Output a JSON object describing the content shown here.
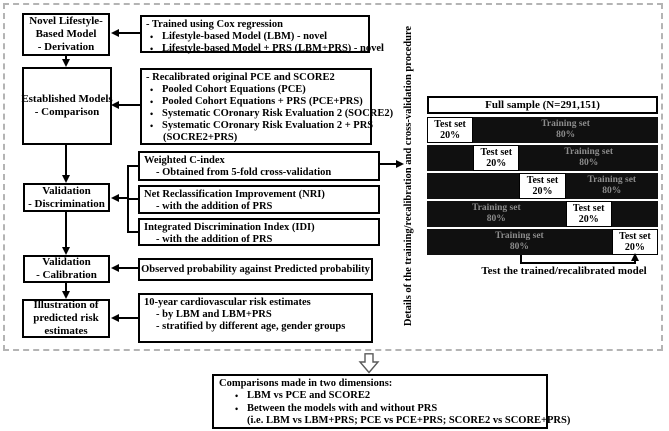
{
  "colors": {
    "ink": "#000000",
    "cell_black": "#101010",
    "train_text_gray": "#8c8c8c",
    "frame_dash_gray": "#b4b4b4"
  },
  "glyphs": {
    "bullet": "•"
  },
  "left_column": {
    "boxes": [
      {
        "lines": [
          "Novel Lifestyle-",
          "Based Model",
          "- Derivation"
        ]
      },
      {
        "lines": [
          "Established Models",
          "- Comparison"
        ]
      },
      {
        "lines": [
          "Validation",
          "- Discrimination"
        ]
      },
      {
        "lines": [
          "Validation",
          "- Calibration"
        ]
      },
      {
        "lines": [
          "Illustration of",
          "predicted risk",
          "estimates"
        ]
      }
    ]
  },
  "detail_column": {
    "derivation": {
      "l1": "- Trained using Cox regression",
      "b1": "Lifestyle-based Model (LBM) - novel",
      "b2": "Lifestyle-based Model + PRS (LBM+PRS) - novel"
    },
    "comparison": {
      "l1": "- Recalibrated original PCE and SCORE2",
      "b1": "Pooled Cohort Equations (PCE)",
      "b2": "Pooled Cohort Equations + PRS (PCE+PRS)",
      "b3": "Systematic COronary Risk Evaluation 2 (SOCRE2)",
      "b4": "Systematic COronary Risk Evaluation 2 + PRS",
      "b4_cont": "(SOCRE2+PRS)"
    },
    "c_index": {
      "l1": "Weighted C-index",
      "l2": "- Obtained from 5-fold cross-validation"
    },
    "nri": {
      "l1": "Net Reclassification Improvement (NRI)",
      "l2": "- with the addition of PRS"
    },
    "idi": {
      "l1": "Integrated Discrimination Index (IDI)",
      "l2": "- with the addition of PRS"
    },
    "calibration": {
      "l1": "Observed probability against Predicted probability"
    },
    "illustration": {
      "l1": "10-year cardiovascular risk estimates",
      "l2": "- by LBM and LBM+PRS",
      "l3": "- stratified by different age, gender groups"
    }
  },
  "right_panel": {
    "rotated_label": "Details of the training/recalibration and cross-validation procedure",
    "full_sample": "Full sample (N=291,151)",
    "test_label": "Test set",
    "test_pct": "20%",
    "train_label": "Training set",
    "train_pct": "80%",
    "caption": "Test the trained/recalibrated model"
  },
  "bottom_box": {
    "l1": "Comparisons made in two dimensions:",
    "b1": "LBM vs PCE and SCORE2",
    "b2": "Between the models with and without PRS",
    "b2_cont": "(i.e. LBM vs LBM+PRS; PCE vs PCE+PRS; SCORE2 vs SCORE+PRS)"
  }
}
